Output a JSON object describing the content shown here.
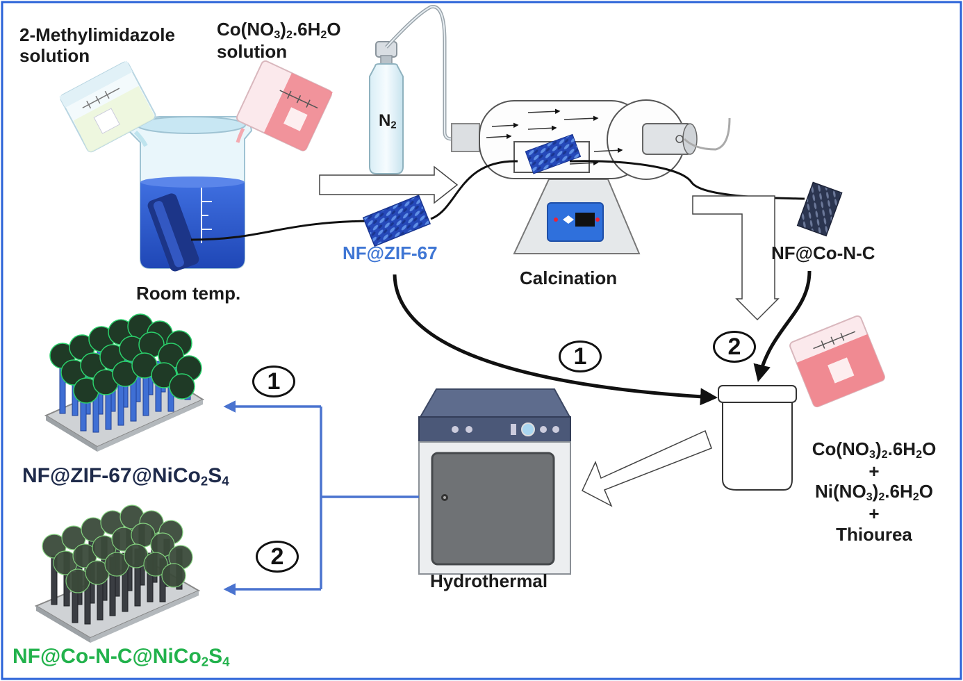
{
  "labels": {
    "mim_1": "2-Methylimidazole",
    "mim_2": "solution",
    "co_pre": "Co(NO",
    "co_sub1": "3",
    "co_mid": ")",
    "co_sub2": "2",
    "co_mid2": ".6H",
    "co_sub3": "2",
    "co_end": "O",
    "co_solution": "solution",
    "n2_main": "N",
    "n2_sub": "2",
    "room_temp": "Room temp.",
    "nf_zif": "NF@ZIF-67",
    "calcination": "Calcination",
    "nf_conc": "NF@Co-N-C",
    "hydrothermal": "Hydrothermal",
    "plus": "+",
    "ni_pre": "Ni(NO",
    "ni_sub1": "3",
    "ni_mid": ")",
    "ni_sub2": "2",
    "ni_mid2": ".6H",
    "ni_sub3": "2",
    "ni_end": "O",
    "thiourea": "Thiourea",
    "prod1_pre": "NF@ZIF-67@NiCo",
    "prod1_sub1": "2",
    "prod1_mid": "S",
    "prod1_sub2": "4",
    "prod2_pre": "NF@Co-N-C@NiCo",
    "prod2_sub1": "2",
    "prod2_mid": "S",
    "prod2_sub2": "4",
    "route_1": "1",
    "route_2": "2"
  },
  "colors": {
    "frame": "#2a62d8",
    "solution_blue": "#2f5fd0",
    "pink": "#f08a92",
    "zif_blue": "#3f76d4",
    "conc_green": "#22b24c",
    "arrow_blue": "#4a73cf",
    "dark_navy": "#1e2a4a"
  }
}
